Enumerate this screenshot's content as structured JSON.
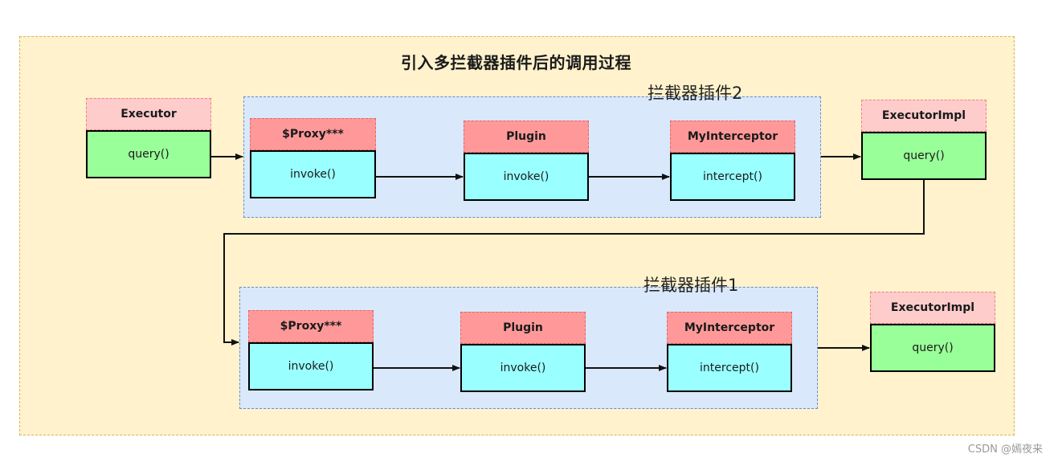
{
  "title": "引入多拦截器插件后的调用过程",
  "groups": {
    "top": {
      "label": "拦截器插件2"
    },
    "bottom": {
      "label": "拦截器插件1"
    }
  },
  "nodes": {
    "executor": {
      "head": "Executor",
      "body": "query()"
    },
    "top_proxy": {
      "head": "$Proxy***",
      "body": "invoke()"
    },
    "top_plugin": {
      "head": "Plugin",
      "body": "invoke()"
    },
    "top_interceptor": {
      "head": "MyInterceptor",
      "body": "intercept()"
    },
    "top_impl": {
      "head": "ExecutorImpl",
      "body": "query()"
    },
    "bottom_proxy": {
      "head": "$Proxy***",
      "body": "invoke()"
    },
    "bottom_plugin": {
      "head": "Plugin",
      "body": "invoke()"
    },
    "bottom_interceptor": {
      "head": "MyInterceptor",
      "body": "intercept()"
    },
    "bottom_impl": {
      "head": "ExecutorImpl",
      "body": "query()"
    }
  },
  "watermark": "CSDN @嫣夜来",
  "colors": {
    "frame_fill": "#fff2cc",
    "group_fill": "#dae8fc",
    "head_light": "#ffcccc",
    "head_strong": "#ff9999",
    "body_green": "#99ff99",
    "body_cyan": "#99ffff"
  }
}
